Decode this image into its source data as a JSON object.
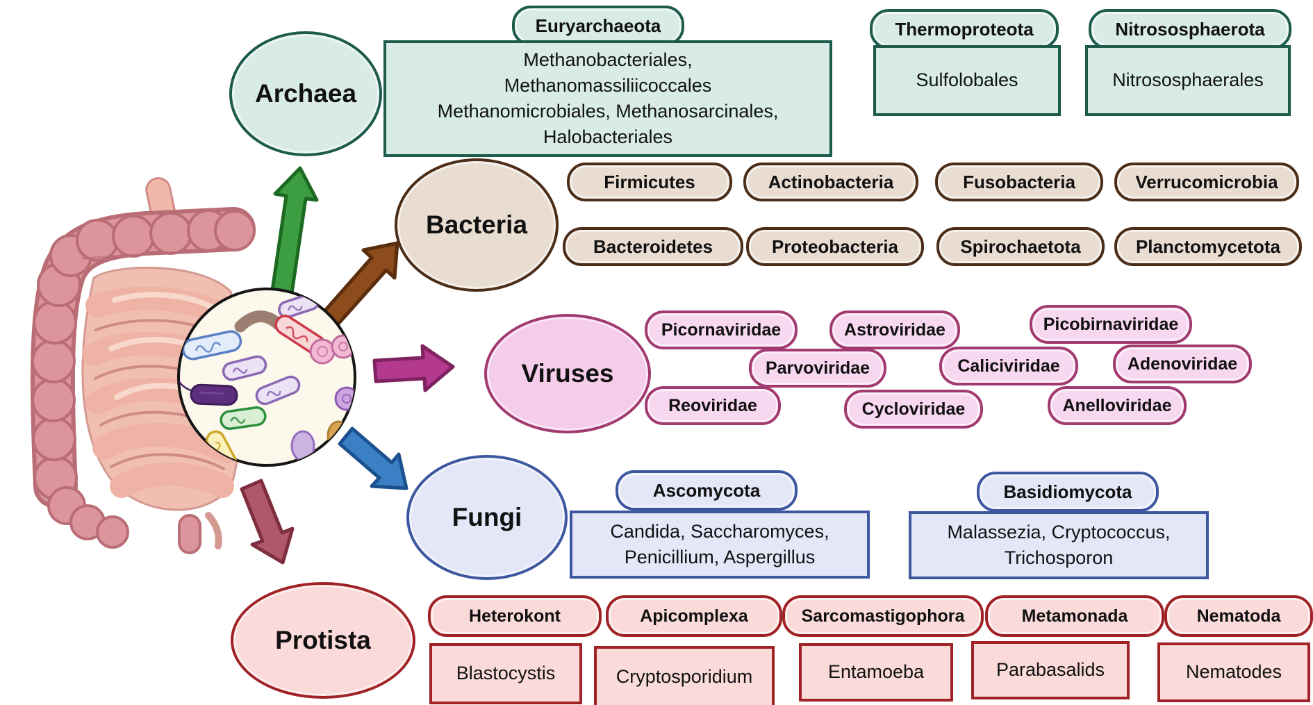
{
  "figure": {
    "description": "Gut microbiome taxonomy diagram: kingdoms of gut microbes with their phyla and representative orders/genera"
  },
  "groups": {
    "archaea": {
      "label": "Archaea",
      "phyla": [
        {
          "label": "Euryarchaeota",
          "members": "Methanobacteriales,\nMethanomassiliicoccales\nMethanomicrobiales, Methanosarcinales,\nHalobacteriales"
        },
        {
          "label": "Thermoproteota",
          "members": "Sulfolobales"
        },
        {
          "label": "Nitrososphaerota",
          "members": "Nitrososphaerales"
        }
      ]
    },
    "bacteria": {
      "label": "Bacteria",
      "phyla": [
        "Firmicutes",
        "Actinobacteria",
        "Fusobacteria",
        "Verrucomicrobia",
        "Bacteroidetes",
        "Proteobacteria",
        "Spirochaetota",
        "Planctomycetota"
      ]
    },
    "viruses": {
      "label": "Viruses",
      "families": [
        "Picornaviridae",
        "Astroviridae",
        "Picobirnaviridae",
        "Parvoviridae",
        "Caliciviridae",
        "Adenoviridae",
        "Reoviridae",
        "Cycloviridae",
        "Anelloviridae"
      ]
    },
    "fungi": {
      "label": "Fungi",
      "phyla": [
        {
          "label": "Ascomycota",
          "members": "Candida, Saccharomyces,\nPenicillium, Aspergillus"
        },
        {
          "label": "Basidiomycota",
          "members": "Malassezia, Cryptococcus,\nTrichosporon"
        }
      ]
    },
    "protista": {
      "label": "Protista",
      "phyla": [
        {
          "label": "Heterokont",
          "members": "Blastocystis"
        },
        {
          "label": "Apicomplexa",
          "members": "Cryptosporidium"
        },
        {
          "label": "Sarcomastigophora",
          "members": "Entamoeba"
        },
        {
          "label": "Metamonada",
          "members": "Parabasalids"
        },
        {
          "label": "Nematoda",
          "members": "Nematodes"
        }
      ]
    }
  },
  "colors": {
    "archaea_fill": "#d8ece5",
    "archaea_border": "#1d5b4d",
    "bacteria_fill": "#e9ddd2",
    "bacteria_border": "#4b2d18",
    "viruses_fill": "#f8d7f0",
    "viruses_border": "#a13a70",
    "fungi_fill": "#e3e7f8",
    "fungi_border": "#3e58a0",
    "protista_fill": "#fadbda",
    "protista_border": "#a02226",
    "arrow_archaea": "#3d9e41",
    "arrow_bacteria": "#8c4c1b",
    "arrow_viruses": "#b43a90",
    "arrow_fungi": "#3b80c4",
    "arrow_protista": "#b0586a"
  }
}
